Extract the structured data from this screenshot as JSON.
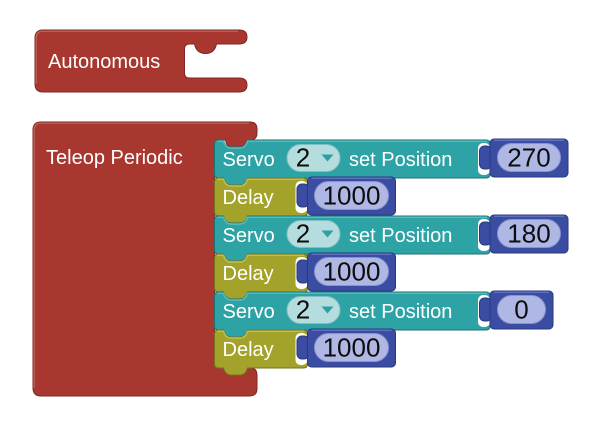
{
  "colors": {
    "canvas": "#ffffff",
    "event_block": "#A8372F",
    "servo_block": "#2EA3A6",
    "delay_block": "#A3A32B",
    "number_block": "#3A4DA2",
    "number_field": "#AFB7E4",
    "dropdown_field": "#B5DDDE"
  },
  "hat_blocks": {
    "autonomous": {
      "label": "Autonomous"
    },
    "teleop": {
      "label": "Teleop Periodic"
    }
  },
  "rows": [
    {
      "kind": "servo",
      "prefix": "Servo",
      "port": "2",
      "suffix": "set Position",
      "value": "270"
    },
    {
      "kind": "delay",
      "label": "Delay",
      "value": "1000"
    },
    {
      "kind": "servo",
      "prefix": "Servo",
      "port": "2",
      "suffix": "set Position",
      "value": "180"
    },
    {
      "kind": "delay",
      "label": "Delay",
      "value": "1000"
    },
    {
      "kind": "servo",
      "prefix": "Servo",
      "port": "2",
      "suffix": "set Position",
      "value": "0"
    },
    {
      "kind": "delay",
      "label": "Delay",
      "value": "1000"
    }
  ]
}
